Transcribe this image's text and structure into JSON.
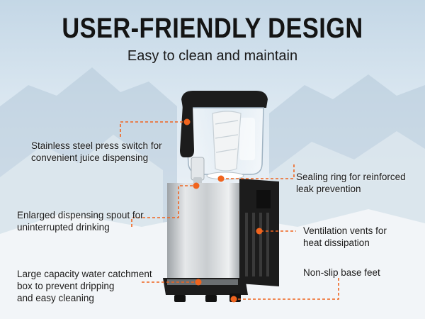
{
  "header": {
    "title": "USER-FRIENDLY DESIGN",
    "subtitle": "Easy to clean and maintain"
  },
  "callouts": {
    "press_switch": [
      "Stainless steel press switch for",
      "convenient juice dispensing"
    ],
    "sealing_ring": [
      "Sealing ring for reinforced",
      "leak prevention"
    ],
    "spout": [
      "Enlarged dispensing spout for",
      "uninterrupted drinking"
    ],
    "vents": [
      "Ventilation vents for",
      "heat dissipation"
    ],
    "catchment": [
      "Large capacity water catchment",
      "box to prevent dripping",
      "and easy cleaning"
    ],
    "base_feet": [
      "Non-slip base feet"
    ]
  },
  "colors": {
    "accent": "#f0641e",
    "machine_black": "#1c1c1c",
    "steel": "#cfd3d6"
  }
}
